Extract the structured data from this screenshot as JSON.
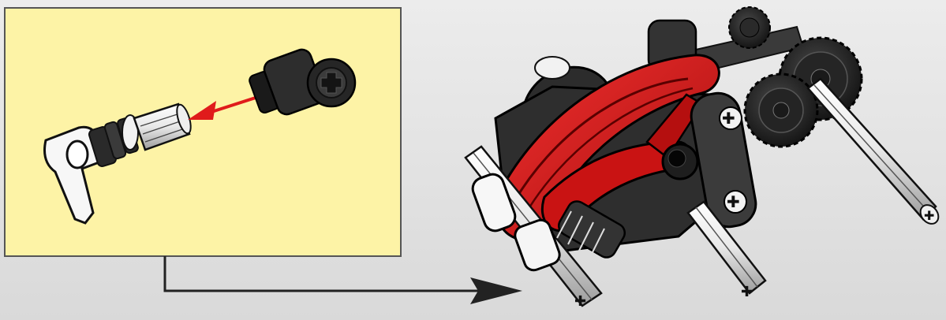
{
  "page": {
    "type": "building-instruction-step",
    "background": "#e4e4e4"
  },
  "sub_assembly": {
    "panel_color": "#fdf3a6",
    "panel_border": "#555555",
    "parts": [
      {
        "name": "axle-joiner-part",
        "icon": "axle-joiner",
        "color": "#1c1c1c"
      },
      {
        "name": "axle-with-stop-part",
        "icon": "axle-with-stop",
        "color": "#f2f2f2"
      }
    ],
    "insert_arrow_color": "#e01b1b"
  },
  "connector": {
    "color": "#222222"
  },
  "model": {
    "belt_color": "#d01515",
    "beam_color": "#3a3a3a",
    "axle_color": "#e6e6e6",
    "gear_color": "#2b2b2b",
    "accent_color": "#ffffff"
  }
}
